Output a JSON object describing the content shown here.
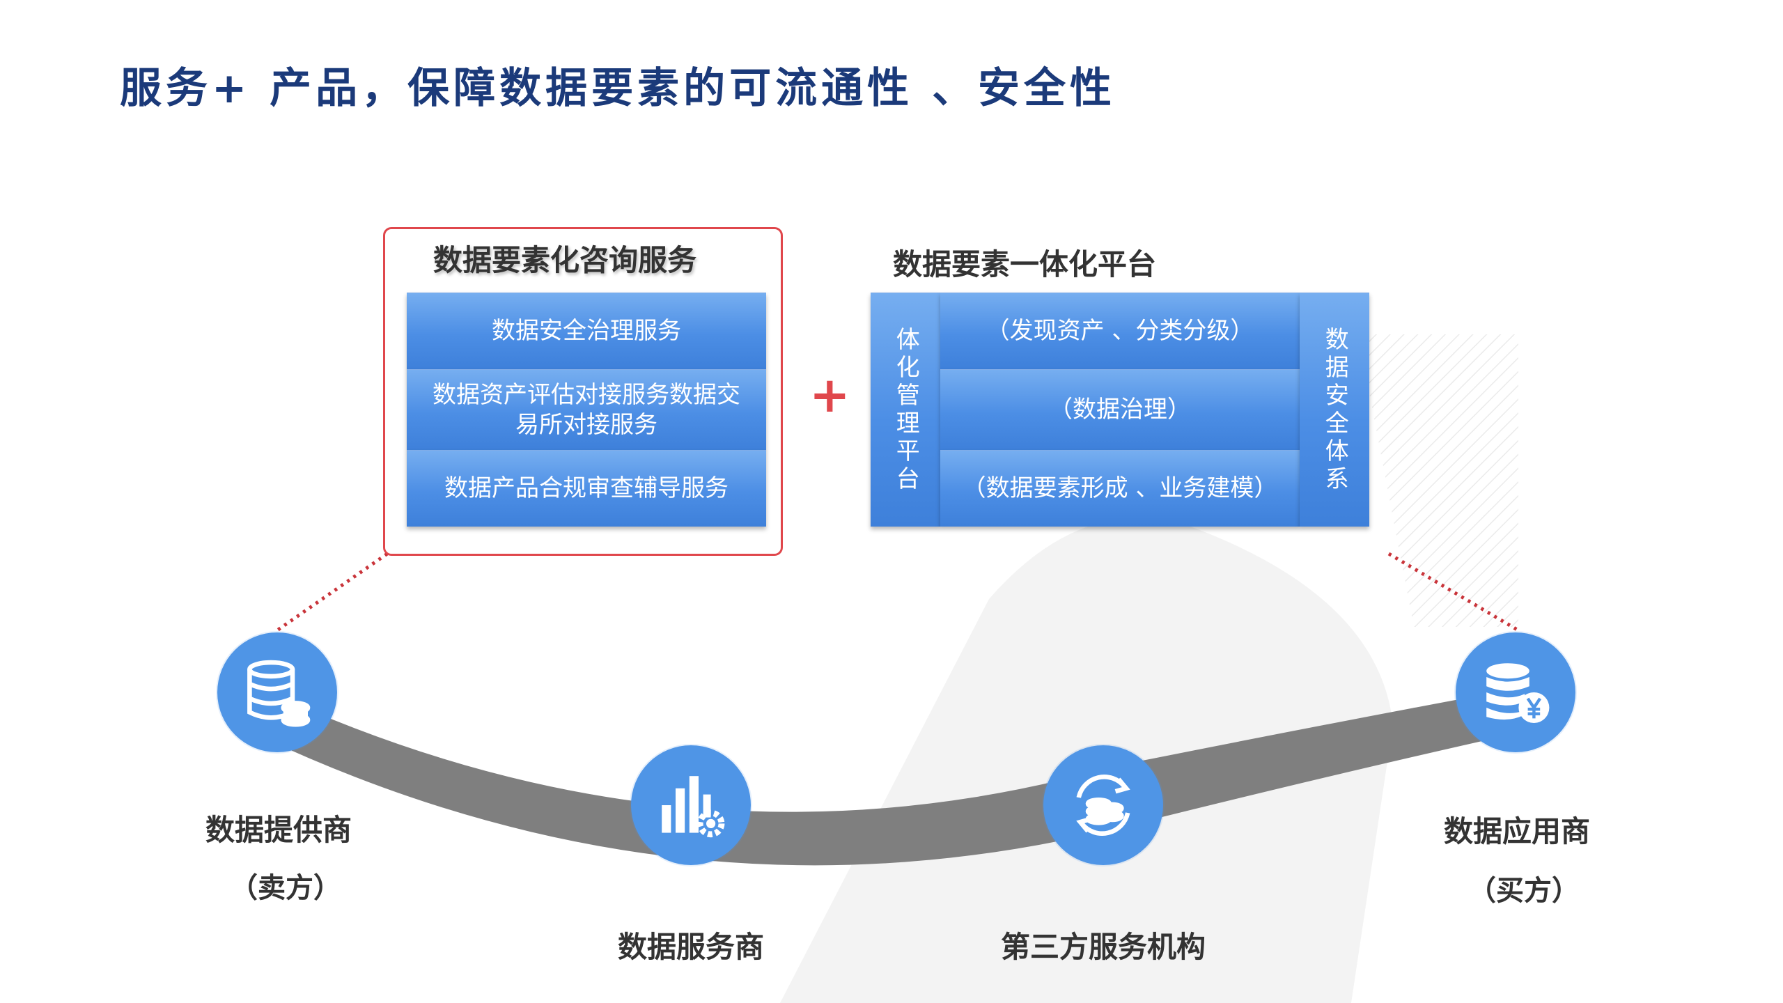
{
  "title": "服务+ 产品，保障数据要素的可流通性 、安全性",
  "consulting": {
    "heading": "数据要素化咨询服务",
    "items": [
      "数据安全治理服务",
      "数据资产评估对接服务数据交易所对接服务",
      "数据产品合规审查辅导服务"
    ]
  },
  "plus": "+",
  "platform": {
    "heading": "数据要素一体化平台",
    "left_label": "体化管理平台",
    "right_label": "数据安全体系",
    "rows": [
      "（发现资产 、分类分级）",
      "（数据治理）",
      "（数据要素形成 、业务建模）"
    ]
  },
  "nodes": [
    {
      "name": "数据提供商",
      "sub": "（卖方）",
      "icon": "database-icon"
    },
    {
      "name": "数据服务商",
      "sub": "",
      "icon": "chart-gear-icon"
    },
    {
      "name": "第三方服务机构",
      "sub": "",
      "icon": "coin-exchange-icon"
    },
    {
      "name": "数据应用商",
      "sub": "（买方）",
      "icon": "database-yen-icon"
    }
  ],
  "colors": {
    "title": "#1b3a7a",
    "accent_red": "#e0474c",
    "node_blue": "#4f95e6",
    "cell_blue": "#4c8ee5",
    "curve_gray": "#7f7f7f"
  }
}
